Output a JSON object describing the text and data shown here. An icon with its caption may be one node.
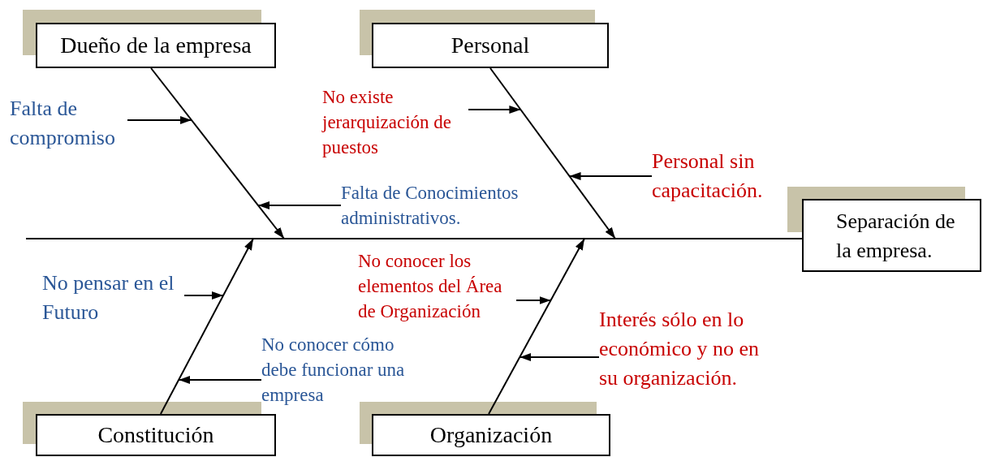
{
  "diagram": {
    "nodes": [
      {
        "text": [
          "Dueño de la empresa"
        ]
      },
      {
        "text": [
          "Personal"
        ]
      },
      {
        "text": [
          "Falta de compromiso"
        ]
      },
      {
        "text": [
          "No existe jerarquización de puestos"
        ]
      },
      {
        "text": [
          "Personal sin capacitación."
        ]
      },
      {
        "text": [
          "Falta de Conocimientos administrativos."
        ]
      },
      {
        "text": [
          "Separación de la empresa."
        ]
      },
      {
        "text": [
          "No conocer los elementos del Área de Organización"
        ]
      },
      {
        "text": [
          "No pensar en el Futuro"
        ]
      },
      {
        "text": [
          "Interés sólo en lo económico y no en su organización."
        ]
      },
      {
        "text": [
          "No conocer cómo debe funcionar una empresa"
        ]
      },
      {
        "text": [
          "Constitución"
        ]
      },
      {
        "text": [
          "Organización"
        ]
      }
    ],
    "edges": [
      {
        "from": 0,
        "to": null,
        "arrow": "to"
      },
      {
        "from": 1,
        "to": null,
        "arrow": "to"
      },
      {
        "from": 11,
        "to": null,
        "arrow": "to"
      },
      {
        "from": 12,
        "to": null,
        "arrow": "to"
      },
      {
        "from": null,
        "to": 6,
        "arrow": "none"
      },
      {
        "from": 2,
        "to": null,
        "arrow": "to"
      },
      {
        "from": 3,
        "to": null,
        "arrow": "to"
      },
      {
        "from": 4,
        "to": null,
        "arrow": "to"
      },
      {
        "from": 5,
        "to": null,
        "arrow": "to"
      },
      {
        "from": 7,
        "to": null,
        "arrow": "to"
      },
      {
        "from": 8,
        "to": null,
        "arrow": "to"
      },
      {
        "from": 9,
        "to": null,
        "arrow": "to"
      },
      {
        "from": 10,
        "to": null,
        "arrow": "to"
      }
    ]
  }
}
